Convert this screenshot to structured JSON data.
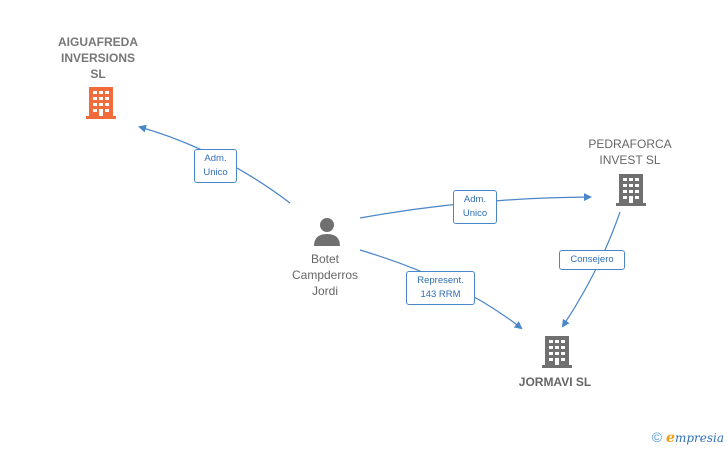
{
  "nodes": {
    "aiguafreda": {
      "label": "AIGUAFREDA\nINVERSIONS\nSL",
      "color": "#f26b3a"
    },
    "pedraforca": {
      "label": "PEDRAFORCA\nINVEST  SL",
      "color": "#707070"
    },
    "jormavi": {
      "label": "JORMAVI SL",
      "color": "#707070"
    },
    "person": {
      "label": "Botet\nCampderros\nJordi",
      "color": "#707070"
    }
  },
  "edges": {
    "adm_unico_1": "Adm.\nUnico",
    "adm_unico_2": "Adm.\nUnico",
    "consejero": "Consejero",
    "represent": "Represent.\n143 RRM"
  },
  "colors": {
    "edge": "#4a86c8"
  },
  "footer": {
    "copyright": "©",
    "brand_first": "e",
    "brand_rest": "mpresia"
  }
}
